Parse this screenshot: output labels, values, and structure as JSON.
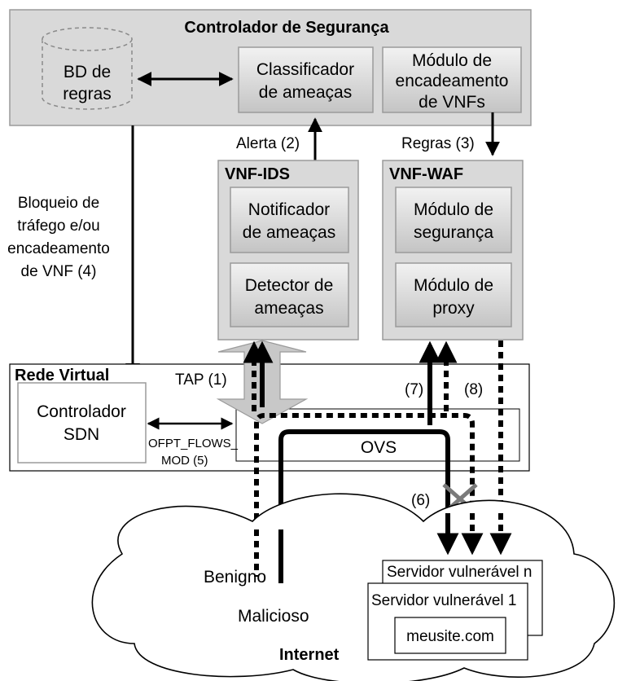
{
  "diagram": {
    "controller_title": "Controlador de Segurança",
    "rules_db": [
      "BD de",
      "regras"
    ],
    "classifier": [
      "Classificador",
      "de ameaças"
    ],
    "chaining_module": [
      "Módulo de",
      "encadeamento",
      "de VNFs"
    ],
    "alert_label": "Alerta (2)",
    "rules_label": "Regras (3)",
    "block_label": [
      "Bloqueio de",
      "tráfego e/ou",
      "encadeamento",
      "de VNF (4)"
    ],
    "vnf_ids": {
      "title": "VNF-IDS",
      "notifier": [
        "Notificador",
        "de ameaças"
      ],
      "detector": [
        "Detector de",
        "ameaças"
      ]
    },
    "vnf_waf": {
      "title": "VNF-WAF",
      "security": [
        "Módulo de",
        "segurança"
      ],
      "proxy": [
        "Módulo de",
        "proxy"
      ]
    },
    "virtual_network_title": "Rede Virtual",
    "sdn_controller": [
      "Controlador",
      "SDN"
    ],
    "ofpt_label": [
      "OFPT_FLOWS_",
      "MOD (5)"
    ],
    "tap_label": "TAP (1)",
    "ovs_label": "OVS",
    "label_7": "(7)",
    "label_8": "(8)",
    "label_6": "(6)",
    "benign_label": "Benigno",
    "malicious_label": "Malicioso",
    "internet_label": "Internet",
    "server_n": "Servidor vulnerável n",
    "server_1": "Servidor vulnerável 1",
    "site": "meusite.com"
  },
  "colors": {
    "panel": "#d9d9d9",
    "panel_stroke": "#9a9a9a",
    "tap_arrow": "#bdbdbd",
    "cross": "#7a7a7a"
  }
}
